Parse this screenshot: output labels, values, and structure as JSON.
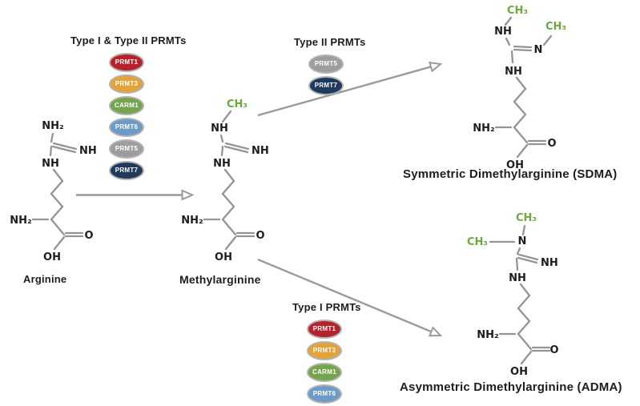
{
  "molecules": {
    "arginine": {
      "label": "Arginine",
      "top_nh2": "NH₂",
      "imine_nh": "NH",
      "chain_nh": "NH",
      "alpha_nh2": "NH₂",
      "carbonyl_o": "O",
      "hydroxyl": "OH"
    },
    "methylarginine": {
      "label": "Methylarginine",
      "methyl": "CH₃",
      "top_nh": "NH",
      "imine_nh": "NH",
      "chain_nh": "NH",
      "alpha_nh2": "NH₂",
      "carbonyl_o": "O",
      "hydroxyl": "OH"
    },
    "sdma": {
      "label": "Symmetric Dimethylarginine (SDMA)",
      "methyl_left": "CH₃",
      "methyl_right": "CH₃",
      "top_nh": "NH",
      "imine_n": "N",
      "chain_nh": "NH",
      "alpha_nh2": "NH₂",
      "carbonyl_o": "O",
      "hydroxyl": "OH"
    },
    "adma": {
      "label": "Asymmetric Dimethylarginine  (ADMA)",
      "methyl_top": "CH₃",
      "methyl_left": "CH₃",
      "amine_n": "N",
      "imine_nh": "NH",
      "chain_nh": "NH",
      "alpha_nh2": "NH₂",
      "carbonyl_o": "O",
      "hydroxyl": "OH"
    }
  },
  "enzyme_groups": {
    "both": {
      "title": "Type I & Type II PRMTs",
      "badges": [
        {
          "label": "PRMT1",
          "color": "#b6222b"
        },
        {
          "label": "PRMT3",
          "color": "#e2a33b"
        },
        {
          "label": "CARM1",
          "color": "#74a44c"
        },
        {
          "label": "PRMT6",
          "color": "#6d9bc8"
        },
        {
          "label": "PRMT5",
          "color": "#9d9d9d"
        },
        {
          "label": "PRMT7",
          "color": "#1f3a5c"
        }
      ]
    },
    "type2": {
      "title": "Type II PRMTs",
      "badges": [
        {
          "label": "PRMT5",
          "color": "#9d9d9d"
        },
        {
          "label": "PRMT7",
          "color": "#1f3a5c"
        }
      ]
    },
    "type1": {
      "title": "Type I PRMTs",
      "badges": [
        {
          "label": "PRMT1",
          "color": "#b6222b"
        },
        {
          "label": "PRMT3",
          "color": "#e2a33b"
        },
        {
          "label": "CARM1",
          "color": "#74a44c"
        },
        {
          "label": "PRMT6",
          "color": "#6d9bc8"
        }
      ]
    }
  },
  "colors": {
    "methyl_green": "#6ea73e",
    "bond_gray": "#949494",
    "arrow_gray": "#9a9a9a",
    "atom_text": "#1d1d1b",
    "badge_ring": "#b3b3b3"
  }
}
